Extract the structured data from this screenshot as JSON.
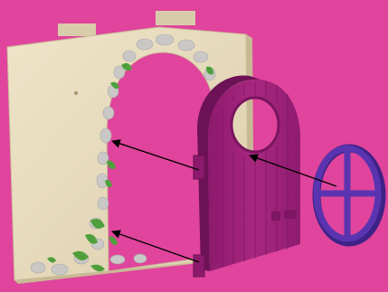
{
  "scene": {
    "background_color": "#e0449c",
    "parts": [
      {
        "name": "wall-panel",
        "color": "#e8dcbf"
      },
      {
        "name": "stone-arch",
        "stone_color": "#c9c8c6",
        "moss_color": "#4fa03c"
      },
      {
        "name": "door",
        "color": "#a3237e"
      },
      {
        "name": "round-window",
        "color": "#5530a8"
      }
    ],
    "arrows": [
      {
        "name": "upper-hinge-arrow",
        "color": "#000000"
      },
      {
        "name": "lower-hinge-arrow",
        "color": "#000000"
      },
      {
        "name": "window-arrow",
        "color": "#000000"
      }
    ]
  }
}
